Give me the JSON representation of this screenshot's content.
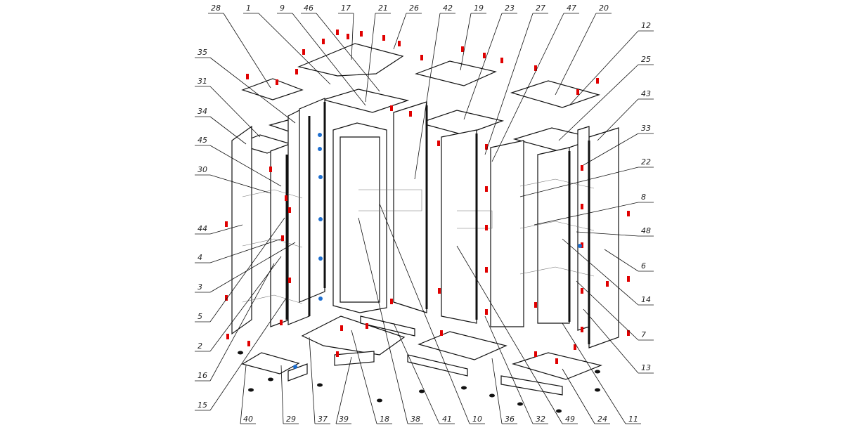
{
  "diagram": {
    "type": "exploded-assembly-view",
    "callouts_top": [
      "28",
      "1",
      "9",
      "46",
      "17",
      "21",
      "26",
      "42",
      "19",
      "23",
      "27",
      "47",
      "20"
    ],
    "callouts_right": [
      "12",
      "25",
      "43",
      "33",
      "22",
      "8",
      "48",
      "6",
      "14",
      "7",
      "13"
    ],
    "callouts_left": [
      "35",
      "31",
      "34",
      "45",
      "30",
      "44",
      "4",
      "3",
      "5",
      "2",
      "16",
      "15"
    ],
    "callouts_bottom": [
      "40",
      "29",
      "37",
      "39",
      "18",
      "38",
      "41",
      "10",
      "36",
      "32",
      "49",
      "24",
      "11"
    ],
    "colors": {
      "line": "#111111",
      "fastener_red": "#e00000",
      "fastener_blue": "#1e6fd0"
    }
  }
}
